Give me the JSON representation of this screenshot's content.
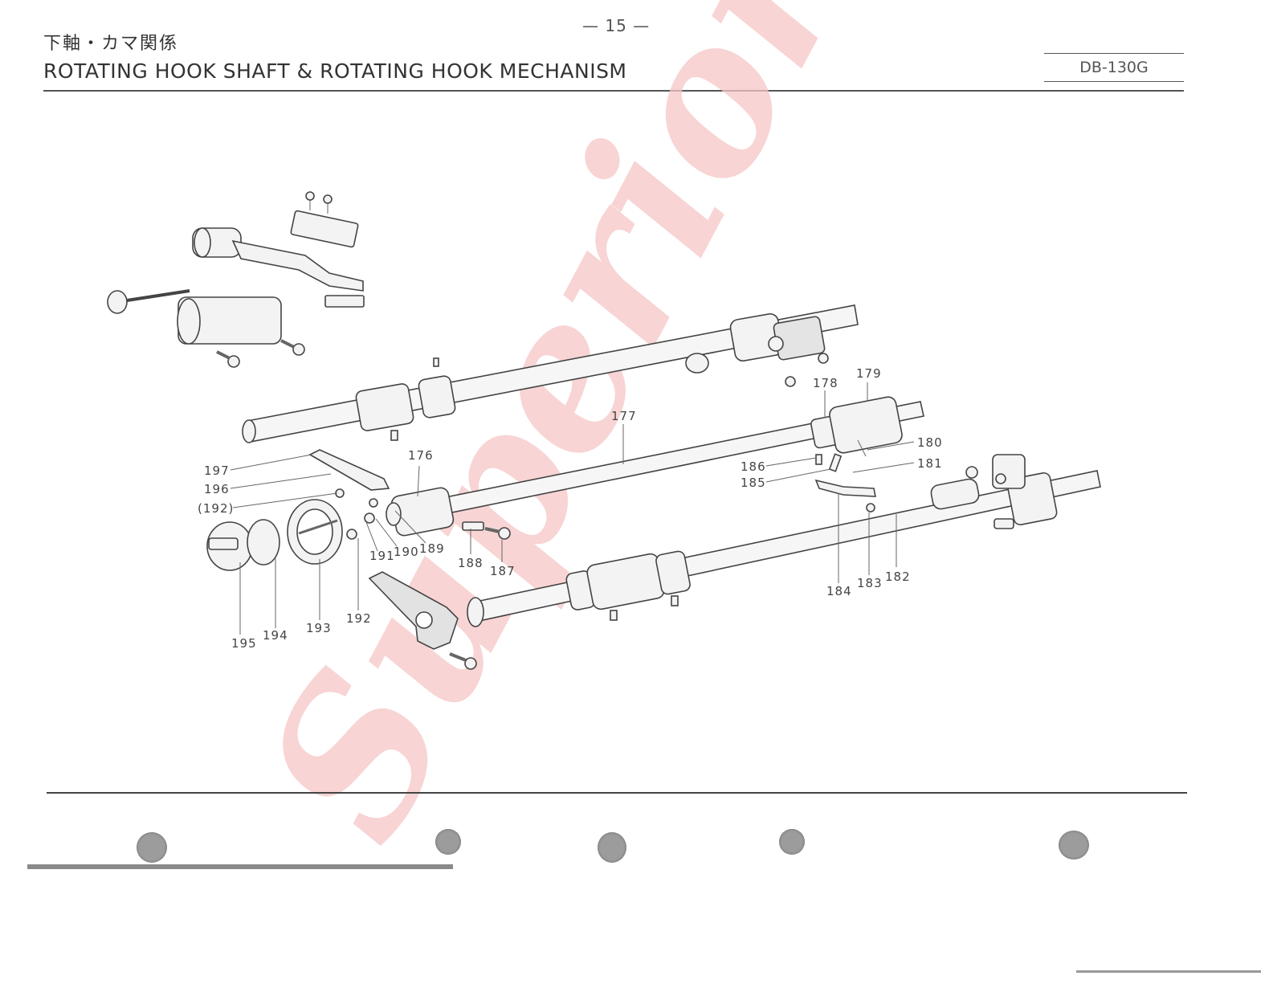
{
  "header": {
    "page_number": "— 15 —",
    "title_jp": "下軸・カマ関係",
    "title_en": "ROTATING HOOK SHAFT & ROTATING HOOK MECHANISM",
    "model": "DB-130G"
  },
  "watermark": "Superior",
  "callouts": [
    "176",
    "177",
    "178",
    "179",
    "180",
    "181",
    "182",
    "183",
    "184",
    "185",
    "186",
    "187",
    "188",
    "189",
    "190",
    "191",
    "192",
    "(192)",
    "193",
    "194",
    "195",
    "196",
    "197"
  ]
}
